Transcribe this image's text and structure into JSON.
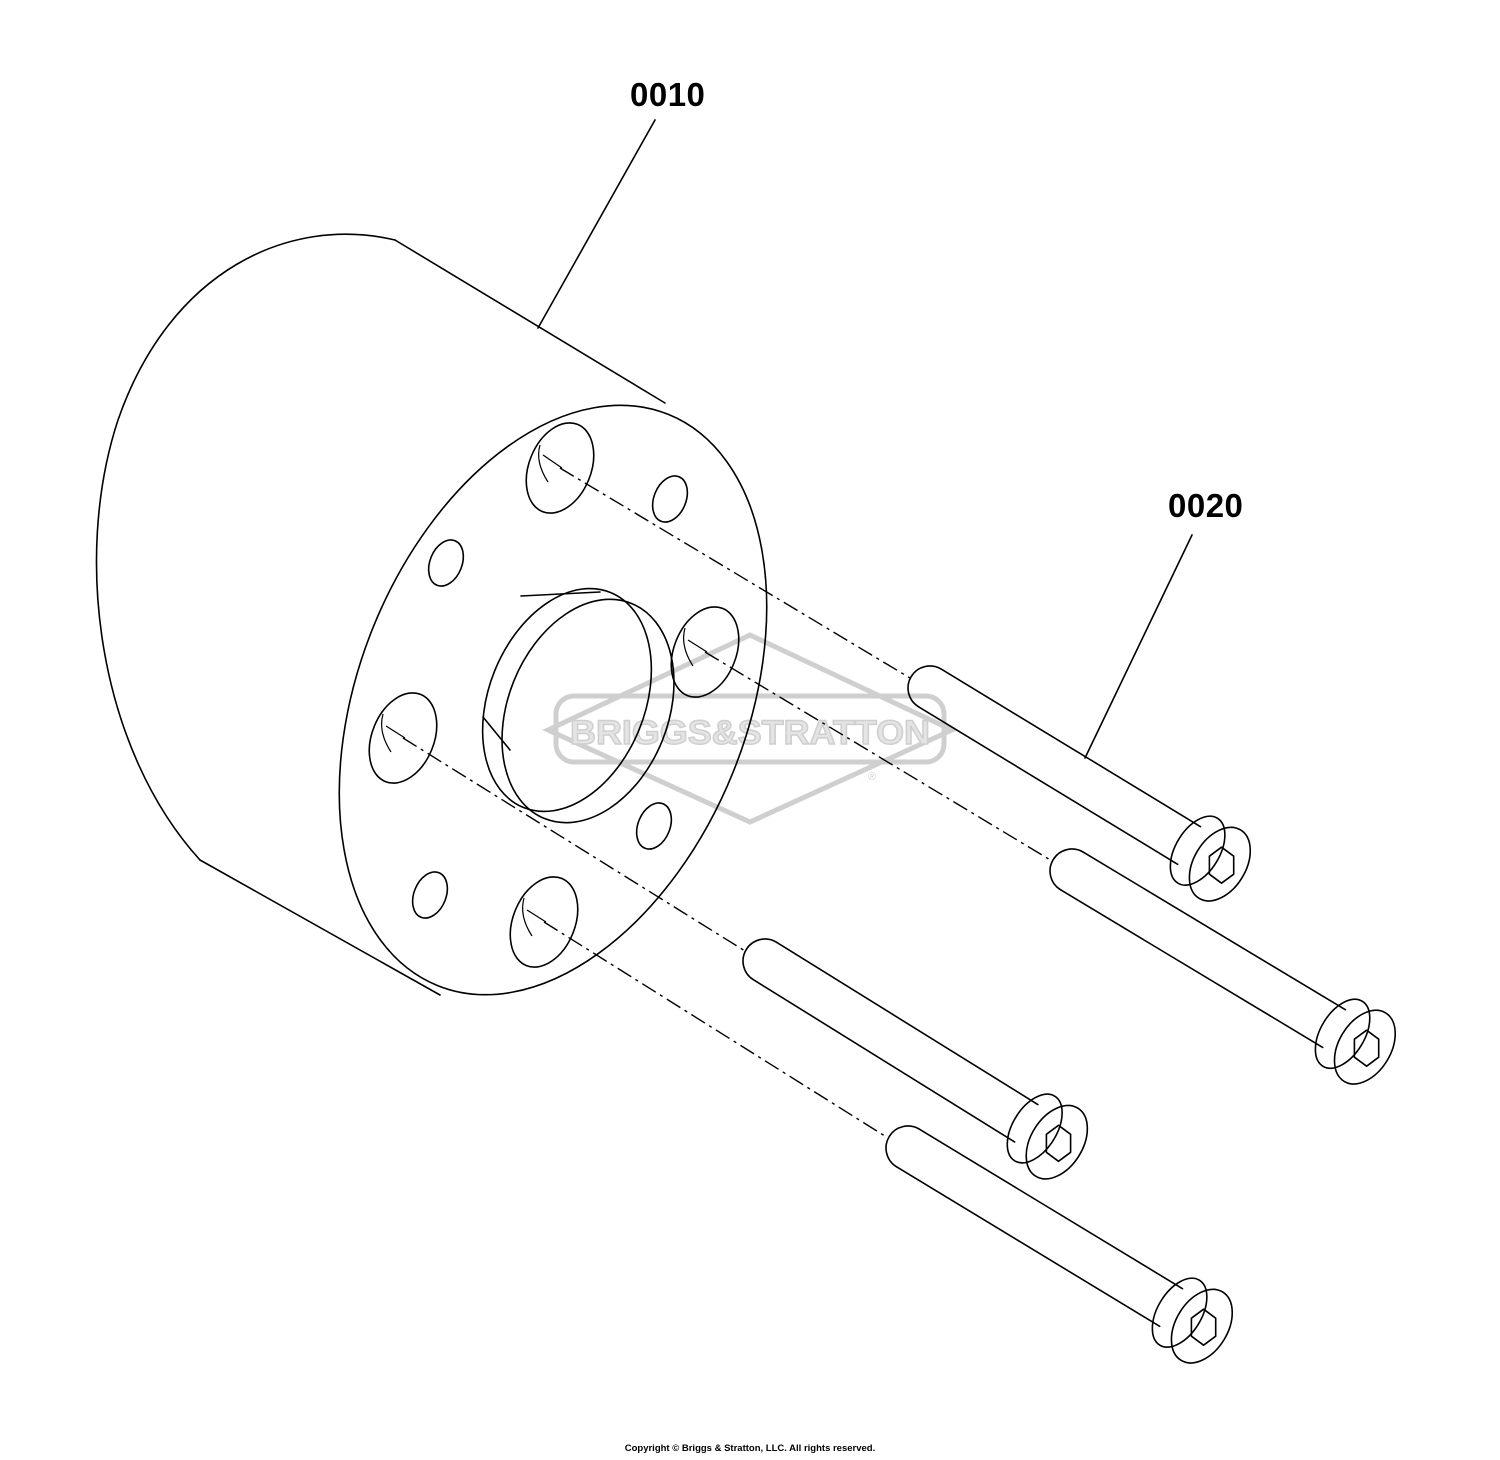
{
  "callouts": [
    {
      "id": "0010",
      "label": "0010"
    },
    {
      "id": "0020",
      "label": "0020"
    }
  ],
  "watermark": {
    "text": "BRIGGS & STRATTON",
    "color": "#cfcfcf"
  },
  "footer": {
    "copyright": "Copyright © Briggs & Stratton, LLC. All rights reserved."
  },
  "colors": {
    "line": "#000000",
    "background": "#ffffff"
  }
}
